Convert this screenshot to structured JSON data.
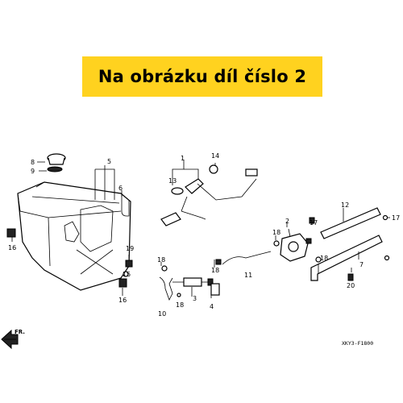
{
  "banner": {
    "text": "Na obrázku díl číslo 2",
    "color": "#ffd21f"
  },
  "diagram_code": "XKY3-F1800",
  "direction_label": "FR.",
  "callouts": [
    "1",
    "2",
    "3",
    "4",
    "5",
    "6",
    "7",
    "8",
    "9",
    "10",
    "11",
    "12",
    "13",
    "14",
    "15",
    "16",
    "16",
    "17",
    "17",
    "18",
    "18",
    "18",
    "18",
    "18",
    "19",
    "20"
  ]
}
